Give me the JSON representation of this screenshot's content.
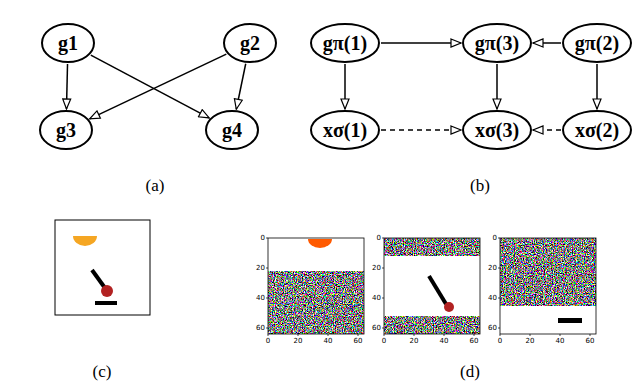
{
  "diagram": {
    "nodes": [
      {
        "text": [
          "g1"
        ]
      },
      {
        "text": [
          "g2"
        ]
      },
      {
        "text": [
          "g3"
        ]
      },
      {
        "text": [
          "g4"
        ]
      },
      {
        "text": [
          "gπ(1)"
        ]
      },
      {
        "text": [
          "gπ(3)"
        ]
      },
      {
        "text": [
          "gπ(2)"
        ]
      },
      {
        "text": [
          "xσ(1)"
        ]
      },
      {
        "text": [
          "xσ(3)"
        ]
      },
      {
        "text": [
          "xσ(2)"
        ]
      }
    ],
    "edges": [
      {
        "from": 0,
        "to": 2,
        "arrow": "to"
      },
      {
        "from": 0,
        "to": 3,
        "arrow": "to"
      },
      {
        "from": 1,
        "to": 2,
        "arrow": "to"
      },
      {
        "from": 1,
        "to": 3,
        "arrow": "to"
      },
      {
        "from": 4,
        "to": 5,
        "arrow": "to"
      },
      {
        "from": 6,
        "to": 5,
        "arrow": "to"
      },
      {
        "from": 4,
        "to": 7,
        "arrow": "to"
      },
      {
        "from": 5,
        "to": 8,
        "arrow": "to"
      },
      {
        "from": 6,
        "to": 9,
        "arrow": "to"
      },
      {
        "from": 7,
        "to": 8,
        "arrow": "to"
      },
      {
        "from": 9,
        "to": 8,
        "arrow": "to"
      }
    ],
    "labels": [
      "(a)",
      "(b)",
      "(c)",
      "(d)",
      "0",
      "20",
      "40",
      "60",
      "0",
      "20",
      "40",
      "60",
      "0",
      "20",
      "40",
      "60",
      "0",
      "20",
      "40",
      "60",
      "0",
      "20",
      "40",
      "60",
      "0",
      "20",
      "40",
      "60"
    ]
  }
}
